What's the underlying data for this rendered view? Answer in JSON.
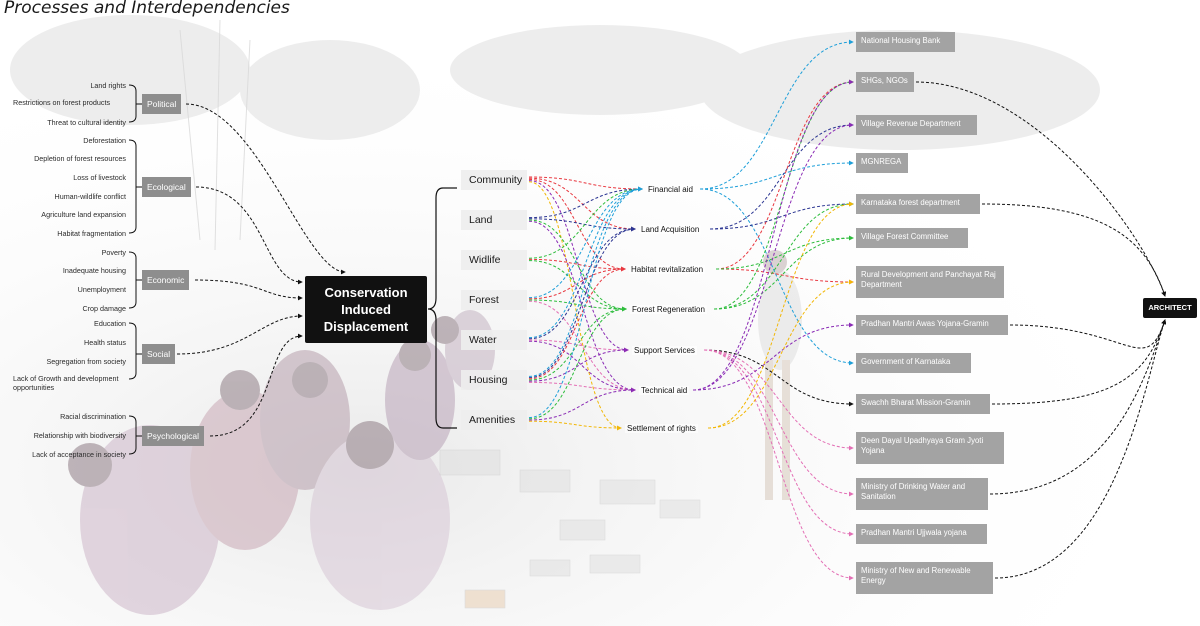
{
  "title": "Processes and Interdependencies",
  "center": {
    "lines": [
      "Conservation",
      "Induced",
      "Displacement"
    ]
  },
  "architect": "ARCHITECT",
  "categories": [
    {
      "name": "Political",
      "items": [
        "Land rights",
        "Restrictions on forest products",
        "Threat to cultural identity"
      ]
    },
    {
      "name": "Ecological",
      "items": [
        "Deforestation",
        "Depletion of forest resources",
        "Loss of livestock",
        "Human-wildlife conflict",
        "Agriculture land expansion",
        "Habitat fragmentation"
      ]
    },
    {
      "name": "Economic",
      "items": [
        "Poverty",
        "Inadequate housing",
        "Unemployment",
        "Crop damage"
      ]
    },
    {
      "name": "Social",
      "items": [
        "Education",
        "Health status",
        "Segregation from society",
        "Lack of Growth and development opportunities"
      ]
    },
    {
      "name": "Psychological",
      "items": [
        "Racial discrimination",
        "Relationship with biodiversity",
        "Lack of acceptance in society"
      ]
    }
  ],
  "issues": [
    "Community",
    "Land",
    "Widlife",
    "Forest",
    "Water",
    "Housing",
    "Amenities"
  ],
  "actions": [
    "Financial aid",
    "Land Acquisition",
    "Habitat revitalization",
    "Forest Regeneration",
    "Support Services",
    "Technical aid",
    "Settlement of rights"
  ],
  "agencies": [
    "National Housing Bank",
    "SHGs, NGOs",
    "Village Revenue Department",
    "MGNREGA",
    "Karnataka forest department",
    "Village Forest Committee",
    "Rural Development and Panchayat Raj Department",
    "Pradhan Mantri Awas Yojana-Gramin",
    "Government of Karnataka",
    "Swachh Bharat Mission-Gramin",
    "Deen Dayal Upadhyaya Gram Jyoti Yojana",
    "Ministry of Drinking Water and Sanitation",
    "Pradhan Mantri Ujjwala yojana",
    "Ministry of New and Renewable Energy"
  ],
  "colors": {
    "category_box": "#8e8e8e",
    "agency_box": "#a3a3a3",
    "center_box": "#111111",
    "black_link": "#111111",
    "red_link": "#e8373f",
    "blue_link": "#1e9fd9",
    "navy_link": "#2b3592",
    "green_link": "#2dbd3c",
    "purple_link": "#8a2bb5",
    "yellow_link": "#f2b705",
    "pink_link": "#e36fb5"
  }
}
